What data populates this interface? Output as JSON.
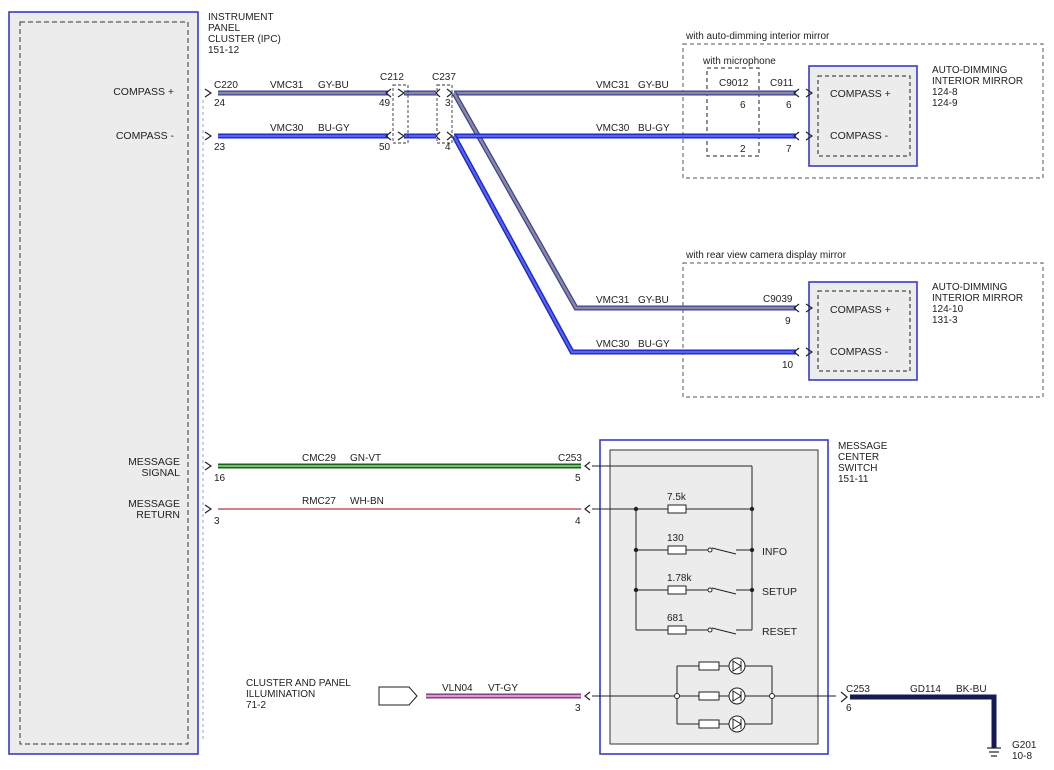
{
  "ipc": {
    "title": [
      "INSTRUMENT",
      "PANEL",
      "CLUSTER (IPC)"
    ],
    "ref": "151-12"
  },
  "left_labels": {
    "compass_plus": "COMPASS +",
    "compass_minus": "COMPASS -",
    "message_signal": [
      "MESSAGE",
      "SIGNAL"
    ],
    "message_return": [
      "MESSAGE",
      "RETURN"
    ]
  },
  "connectors": {
    "c220": "C220",
    "c212": "C212",
    "c237": "C237",
    "c9012": "C9012",
    "c911": "C911",
    "c9039": "C9039",
    "c253_top": "C253",
    "c253_bottom": "C253"
  },
  "pins": {
    "c220_plus": "24",
    "c220_minus": "23",
    "c212_plus": "49",
    "c212_minus": "50",
    "c237_plus": "3",
    "c237_minus": "4",
    "c9012_plus": "6",
    "c9012_minus": "2",
    "c911_plus": "6",
    "c911_minus": "7",
    "c9039_plus": "9",
    "c9039_minus": "10",
    "ipc_signal": "16",
    "ipc_return": "3",
    "c253_signal": "5",
    "c253_return": "4",
    "c253_illum": "3",
    "c253_ground": "6"
  },
  "wires": {
    "vmc31": {
      "circuit": "VMC31",
      "color": "GY-BU"
    },
    "vmc30": {
      "circuit": "VMC30",
      "color": "BU-GY"
    },
    "cmc29": {
      "circuit": "CMC29",
      "color": "GN-VT"
    },
    "rmc27": {
      "circuit": "RMC27",
      "color": "WH-BN"
    },
    "vln04": {
      "circuit": "VLN04",
      "color": "VT-GY"
    },
    "gd114": {
      "circuit": "GD114",
      "color": "BK-BU"
    }
  },
  "option_auto_dimming": {
    "label": "with auto-dimming interior mirror",
    "sub_label": "with microphone",
    "device_title": [
      "AUTO-DIMMING",
      "INTERIOR MIRROR"
    ],
    "device_refs": [
      "124-8",
      "124-9"
    ],
    "pin_plus": "COMPASS +",
    "pin_minus": "COMPASS -"
  },
  "option_camera": {
    "label": "with rear view camera display mirror",
    "device_title": [
      "AUTO-DIMMING",
      "INTERIOR MIRROR"
    ],
    "device_refs": [
      "124-10",
      "131-3"
    ],
    "pin_plus": "COMPASS +",
    "pin_minus": "COMPASS -"
  },
  "switch": {
    "title": [
      "MESSAGE",
      "CENTER",
      "SWITCH"
    ],
    "ref": "151-11",
    "r_return": "7.5k",
    "info": {
      "value": "130",
      "label": "INFO"
    },
    "setup": {
      "value": "1.78k",
      "label": "SETUP"
    },
    "reset": {
      "value": "681",
      "label": "RESET"
    }
  },
  "illumination": {
    "title": [
      "CLUSTER AND PANEL",
      "ILLUMINATION"
    ],
    "ref": "71-2"
  },
  "ground": {
    "name": "G201",
    "ref": "10-8"
  },
  "colors": {
    "module_border": "#3a3acc",
    "module_fill": "#ececec",
    "gy_bu_outer": "#3b3fa8",
    "gy_bu_inner": "#8a8a92",
    "bu_gy_outer": "#1f26c8",
    "bu_gy_inner": "#5566ee",
    "gn_vt": "#2f8a2f",
    "wh_bn": "#b03a3a",
    "vt_gy": "#b36ab0",
    "bk_bu": "#141a55"
  }
}
